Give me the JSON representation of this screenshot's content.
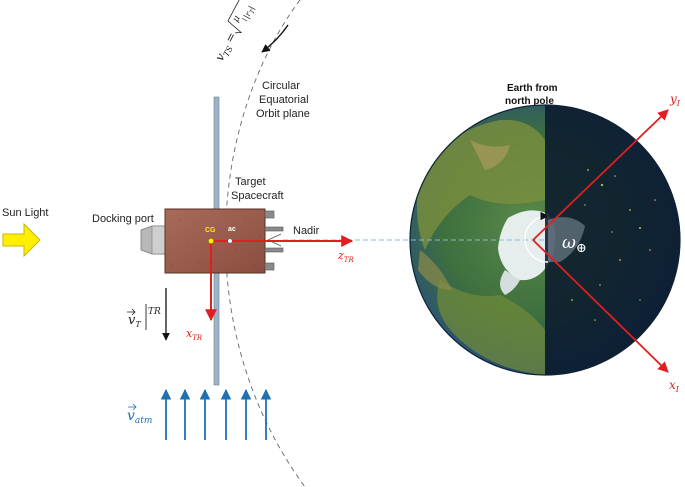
{
  "labels": {
    "sun_light": "Sun Light",
    "docking_port": "Docking port",
    "target_line1": "Target",
    "target_line2": "Spacecraft",
    "nadir": "Nadir",
    "orbit_line1": "Circular",
    "orbit_line2": "Equatorial",
    "orbit_line3": "Orbit plane",
    "earth_line1": "Earth from",
    "earth_line2": "north pole",
    "cg": "CG",
    "ac": "ac"
  },
  "math": {
    "v_ts": "v",
    "v_ts_sub": "TS",
    "v_ts_eq": "=",
    "mu": "μ",
    "r_t": "|r",
    "r_t_sub": "T",
    "r_t_close": "|",
    "v_t": "v",
    "v_t_sub": "T",
    "v_t_sup": "TR",
    "x_tr": "x",
    "x_tr_sub": "TR",
    "z_tr": "z",
    "z_tr_sub": "TR",
    "v_atm": "v",
    "v_atm_sub": "atm",
    "omega": "ω",
    "omega_sub": "⊕",
    "y_i": "y",
    "y_i_sub": "I",
    "x_i": "x",
    "x_i_sub": "I"
  },
  "colors": {
    "red_axis": "#e02020",
    "blue_flow": "#1f6fb4",
    "sun_arrow": "#ffee00",
    "spacecraft_body": "#9a5a4a",
    "panel": "#9db3c6"
  }
}
